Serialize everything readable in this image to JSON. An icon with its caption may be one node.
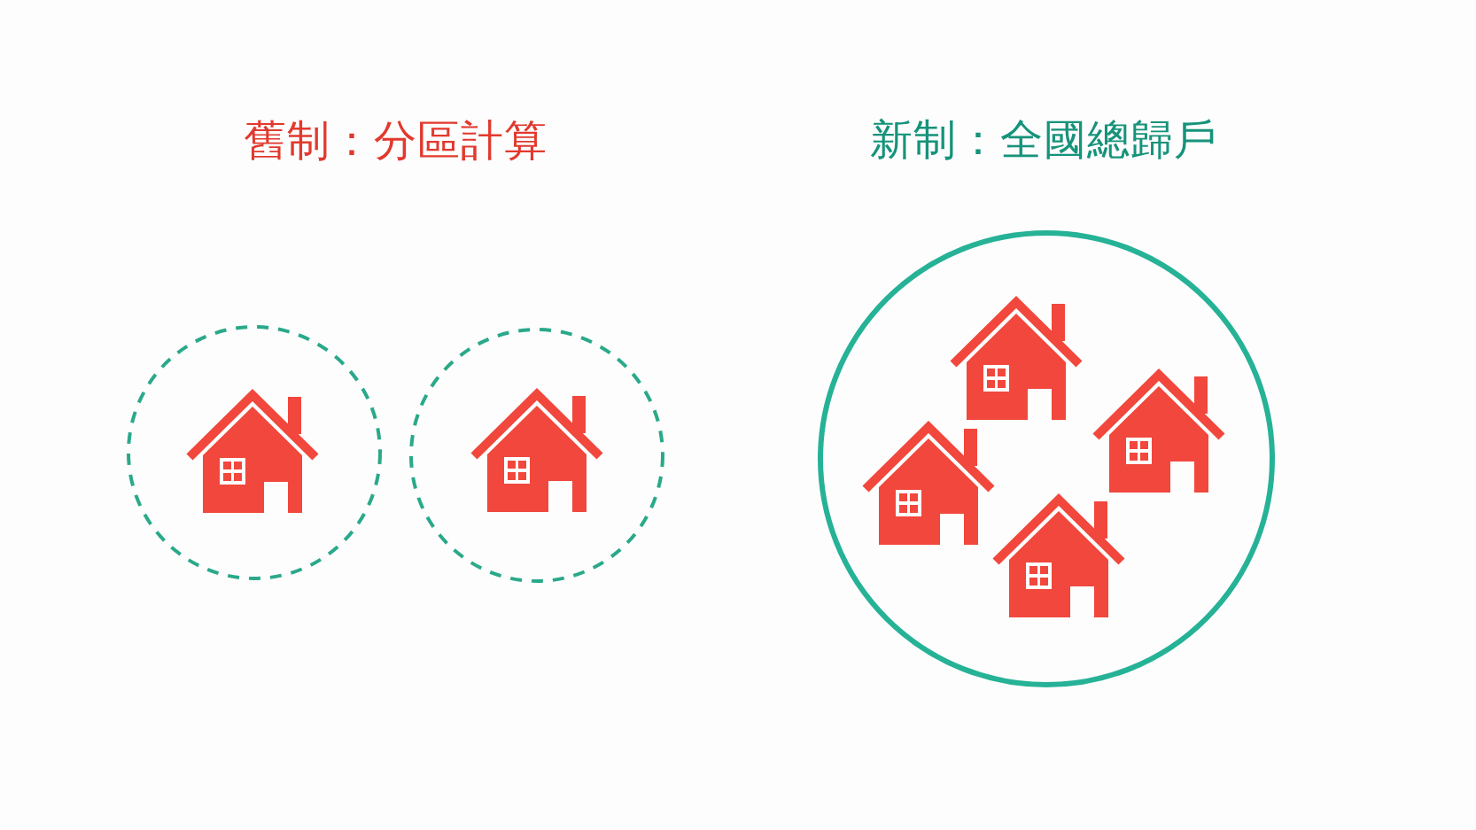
{
  "diagram": {
    "nodes": [
      {
        "text": [],
        "shape": "circle"
      },
      {
        "text": [],
        "shape": "house",
        "in": 0
      },
      {
        "text": [],
        "shape": "circle"
      },
      {
        "text": [],
        "shape": "house",
        "in": 2
      },
      {
        "text": [],
        "shape": "circle"
      },
      {
        "text": [],
        "shape": "house",
        "in": 4
      },
      {
        "text": [],
        "shape": "house",
        "in": 4
      },
      {
        "text": [],
        "shape": "house",
        "in": 4
      },
      {
        "text": [],
        "shape": "house",
        "in": 4
      }
    ],
    "labels": [
      "舊制：分區計算",
      "新制：全國總歸戶"
    ]
  }
}
